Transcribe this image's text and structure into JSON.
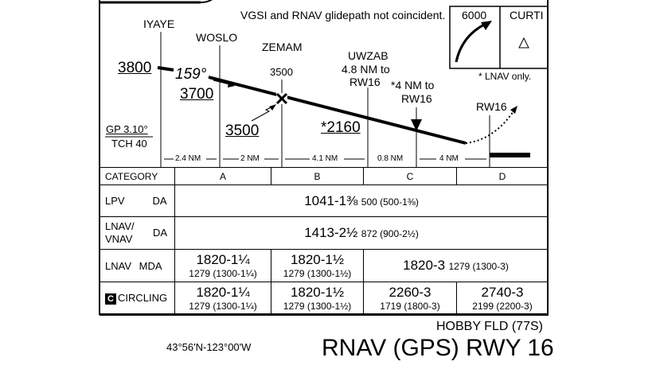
{
  "notes": {
    "glidepath": "VGSI and RNAV glidepath not coincident.",
    "lnav_only": "* LNAV only."
  },
  "missed_approach": {
    "altitude": "6000",
    "fix": "CURTI"
  },
  "fixes": {
    "iyaye": "IYAYE",
    "woslo": "WOSLO",
    "zemam": "ZEMAM",
    "zemam_alt": "3500",
    "uwzab": "UWZAB",
    "uwzab_dist1": "4.8 NM to",
    "uwzab_dist2": "RW16",
    "stepdown1": "*4 NM to",
    "stepdown2": "RW16",
    "rw16": "RW16"
  },
  "altitudes": {
    "iyaye_alt": "3800",
    "course": "159°",
    "woslo_alt": "3700",
    "zemam_low": "3500",
    "stepdown_alt": "*2160"
  },
  "glidepath_info": {
    "gp": "GP 3.10°",
    "tch": "TCH 40"
  },
  "distances": [
    "2.4 NM",
    "2 NM",
    "4.1 NM",
    "0.8 NM",
    "4 NM"
  ],
  "minima": {
    "category_label": "CATEGORY",
    "categories": [
      "A",
      "B",
      "C",
      "D"
    ],
    "lpv": {
      "label": "LPV",
      "type": "DA",
      "value": "1041-1⅜",
      "detail": "500 (500-1⅜)"
    },
    "lnav_vnav": {
      "label1": "LNAV/",
      "label2": "VNAV",
      "type": "DA",
      "value": "1413-2½",
      "detail": "872 (900-2½)"
    },
    "lnav": {
      "label": "LNAV",
      "type": "MDA",
      "a_value": "1820-1¼",
      "a_detail": "1279 (1300-1¼)",
      "b_value": "1820-1½",
      "b_detail": "1279 (1300-1½)",
      "cd_value": "1820-3",
      "cd_detail": "1279 (1300-3)"
    },
    "circling": {
      "badge": "C",
      "label": "CIRCLING",
      "a_value": "1820-1¼",
      "a_detail": "1279 (1300-1¼)",
      "b_value": "1820-1½",
      "b_detail": "1279 (1300-1½)",
      "c_value": "2260-3",
      "c_detail": "1719 (1800-3)",
      "d_value": "2740-3",
      "d_detail": "2199 (2200-3)"
    }
  },
  "footer": {
    "airport": "HOBBY FLD (77S)",
    "coords": "43°56'N-123°00'W",
    "procedure": "RNAV (GPS) RWY 16"
  }
}
